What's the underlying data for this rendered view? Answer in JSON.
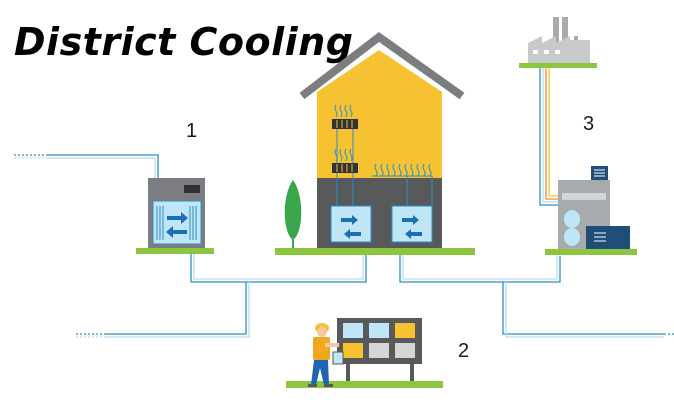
{
  "title": "District Cooling",
  "labels": {
    "one": "1",
    "two": "2",
    "three": "3"
  },
  "colors": {
    "pipe": "#2c8fc7",
    "pipe_light": "#b9dcef",
    "ground": "#8cc63f",
    "house_wall": "#f6c231",
    "house_base": "#58595b",
    "roof": "#7b7d80",
    "tree": "#3aa54a",
    "exchanger": "#bfe6f7",
    "arrow": "#1c6fb5",
    "factory": "#a8abad",
    "panel": "#1f4e79",
    "worker_vest": "#f2a81d",
    "worker_pants": "#1f66b0",
    "orange_pipe": "#f28c28"
  }
}
